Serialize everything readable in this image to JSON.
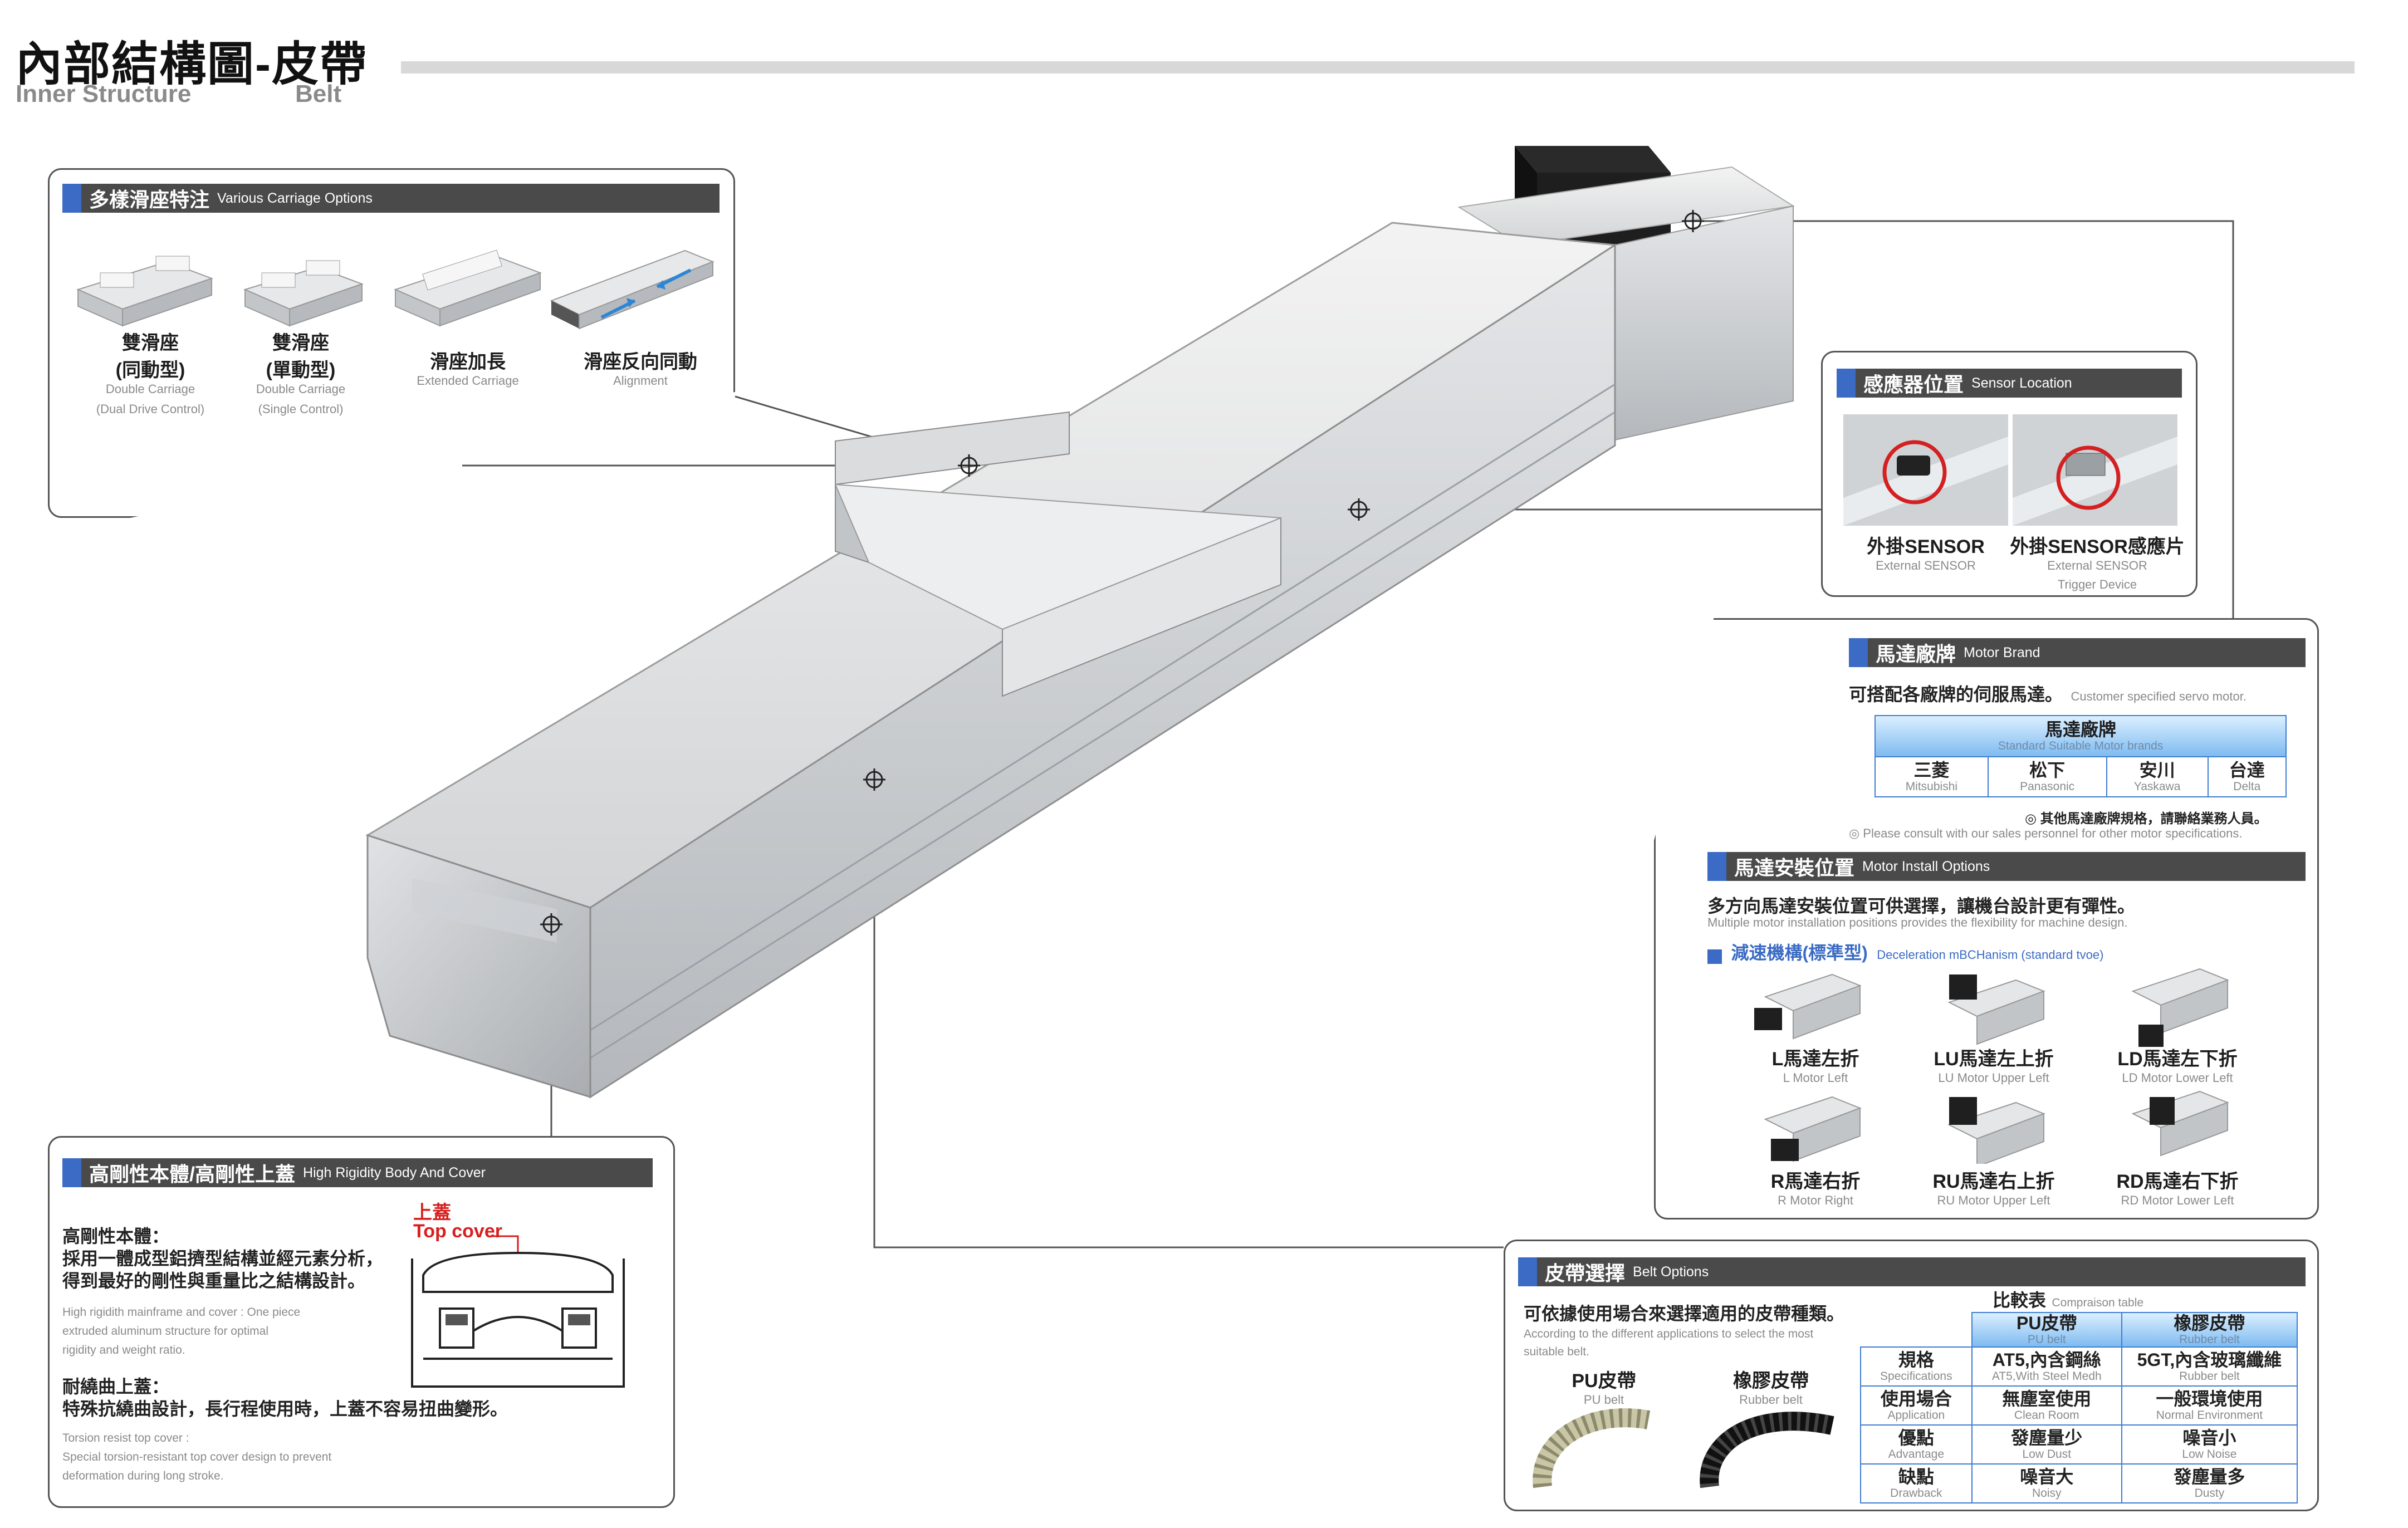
{
  "header": {
    "title_zh": "內部結構圖-皮帶",
    "title_en": "Inner Structure",
    "sub_en": "Belt"
  },
  "carriage": {
    "head_zh": "多樣滑座特注",
    "head_en": "Various Carriage Options",
    "items": [
      {
        "zh1": "雙滑座",
        "zh2": "(同動型)",
        "en1": "Double Carriage",
        "en2": "(Dual Drive Control)"
      },
      {
        "zh1": "雙滑座",
        "zh2": "(單動型)",
        "en1": "Double Carriage",
        "en2": "(Single Control)"
      },
      {
        "zh1": "滑座加長",
        "zh2": "",
        "en1": "Extended Carriage",
        "en2": ""
      },
      {
        "zh1": "滑座反向同動",
        "zh2": "",
        "en1": "Alignment",
        "en2": ""
      }
    ]
  },
  "sensor": {
    "head_zh": "感應器位置",
    "head_en": "Sensor Location",
    "items": [
      {
        "zh": "外掛SENSOR",
        "en1": "External SENSOR",
        "en2": ""
      },
      {
        "zh": "外掛SENSOR感應片",
        "en1": "External SENSOR",
        "en2": "Trigger Device"
      }
    ]
  },
  "motor_brand": {
    "head_zh": "馬達廠牌",
    "head_en": "Motor Brand",
    "intro_zh": "可搭配各廠牌的伺服馬達。",
    "intro_en": "Customer specified servo motor.",
    "table_title_zh": "馬達廠牌",
    "table_title_en": "Standard Suitable Motor brands",
    "brands": [
      {
        "zh": "三菱",
        "en": "Mitsubishi"
      },
      {
        "zh": "松下",
        "en": "Panasonic"
      },
      {
        "zh": "安川",
        "en": "Yaskawa"
      },
      {
        "zh": "台達",
        "en": "Delta"
      }
    ],
    "note_zh": "◎ 其他馬達廠牌規格，請聯絡業務人員。",
    "note_en": "◎ Please consult with our sales personnel for other motor specifications."
  },
  "motor_install": {
    "head_zh": "馬達安裝位置",
    "head_en": "Motor Install Options",
    "intro_zh": "多方向馬達安裝位置可供選擇，讓機台設計更有彈性。",
    "intro_en": "Multiple motor installation positions provides the flexibility for machine design.",
    "sub_zh": "減速機構(標準型)",
    "sub_en": "Deceleration mBCHanism (standard tvoe)",
    "options": [
      {
        "zh": "L馬達左折",
        "en": "L Motor Left"
      },
      {
        "zh": "LU馬達左上折",
        "en": "LU  Motor Upper Left"
      },
      {
        "zh": "LD馬達左下折",
        "en": "LD  Motor Lower Left"
      },
      {
        "zh": "R馬達右折",
        "en": "R Motor Right"
      },
      {
        "zh": "RU馬達右上折",
        "en": "RU  Motor Upper Left"
      },
      {
        "zh": "RD馬達右下折",
        "en": "RD  Motor Lower Left"
      }
    ]
  },
  "rigidity": {
    "head_zh": "高剛性本體/高剛性上蓋",
    "head_en": "High Rigidity Body And Cover",
    "body_title": "高剛性本體：",
    "body_zh1": "採用一體成型鋁擠型結構並經元素分析，",
    "body_zh2": "得到最好的剛性與重量比之結構設計。",
    "body_en1": "High rigidith mainframe and cover : One piece",
    "body_en2": "extruded aluminum structure for optimal",
    "body_en3": "rigidity and weight ratio.",
    "cover_title": "耐繞曲上蓋：",
    "cover_zh": "特殊抗繞曲設計，長行程使用時，上蓋不容易扭曲變形。",
    "cover_en1": "Torsion resist top cover :",
    "cover_en2": "Special torsion-resistant top cover design to prevent",
    "cover_en3": "deformation during long stroke.",
    "label_zh": "上蓋",
    "label_en": "Top cover"
  },
  "belt": {
    "head_zh": "皮帶選擇",
    "head_en": "Belt Options",
    "intro_zh": "可依據使用場合來選擇適用的皮帶種類。",
    "intro_en1": "According to the different applications to select the most",
    "intro_en2": "suitable belt.",
    "pu_zh": "PU皮帶",
    "pu_en": "PU belt",
    "rubber_zh": "橡膠皮帶",
    "rubber_en": "Rubber belt",
    "table_title_zh": "比較表",
    "table_title_en": "Compraison table",
    "rows": [
      {
        "label_zh": "規格",
        "label_en": "Specifications",
        "pu_zh": "AT5,內含鋼絲",
        "pu_en": "AT5,With Steel Medh",
        "rb_zh": "5GT,內含玻璃纖維",
        "rb_en": "Rubber belt"
      },
      {
        "label_zh": "使用場合",
        "label_en": "Application",
        "pu_zh": "無塵室使用",
        "pu_en": "Clean Room",
        "rb_zh": "一般環境使用",
        "rb_en": "Normal Environment"
      },
      {
        "label_zh": "優點",
        "label_en": "Advantage",
        "pu_zh": "發塵量少",
        "pu_en": "Low Dust",
        "rb_zh": "噪音小",
        "rb_en": "Low Noise"
      },
      {
        "label_zh": "缺點",
        "label_en": "Drawback",
        "pu_zh": "噪音大",
        "pu_en": "Noisy",
        "rb_zh": "發塵量多",
        "rb_en": "Dusty"
      }
    ]
  }
}
